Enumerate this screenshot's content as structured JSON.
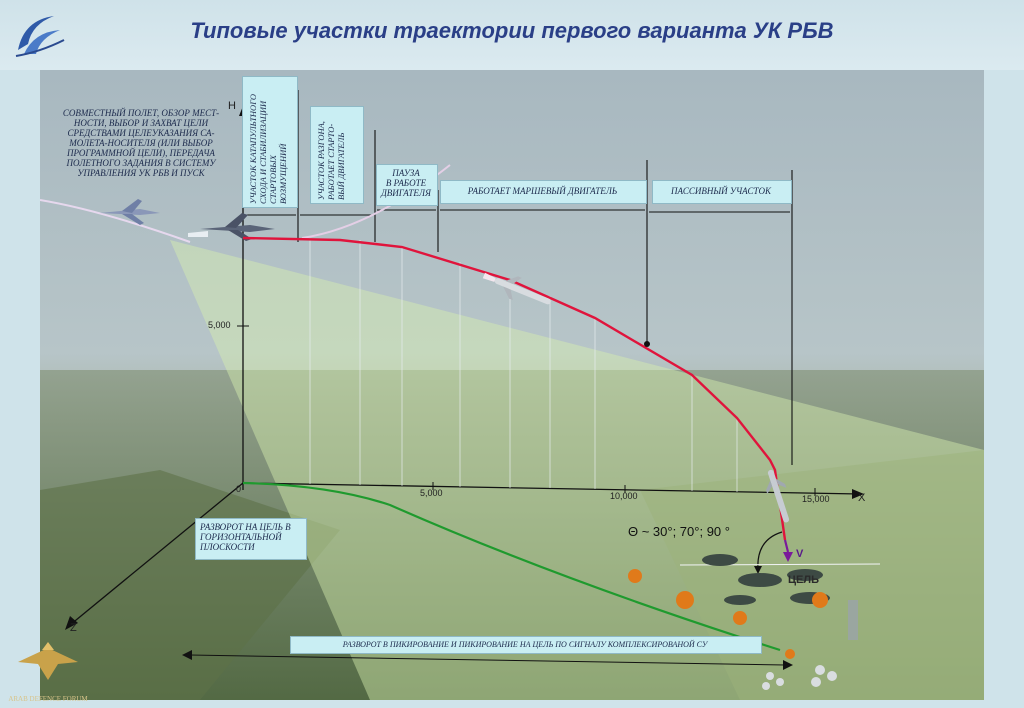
{
  "title": "Типовые участки траектории первого варианта УК РБВ",
  "labels": {
    "joint_flight": "Совместный полет, обзор мест-\nности, выбор и захват цели\nсредствами целеуказания са-\nмолета-носителя (или выбор\nпрограммной цели), передача\nполетного задания в систему\nуправления УК РБВ и пуск",
    "catapult": "Участок катапультного\nсхода и стабилизации\nстартовых\nвозмущений",
    "acceleration": "Участок разгона,\nработает старто-\nвый двигатель",
    "pause": "Пауза\nв работе\nдвигателя",
    "sustainer": "Работает маршевый двигатель",
    "passive": "Пассивный участок",
    "horizontal_turn": "Разворот на цель в\nгоризонтальной\nплоскости",
    "dive": "Разворот в пикирование и пикирование  на цель по сигналу комплексированой СУ",
    "target": "ЦЕЛЬ",
    "theta": "Θ ~ 30°; 70°; 90 °",
    "v": "V"
  },
  "axes": {
    "h_label": "H",
    "x_label": "X",
    "z_label": "Z",
    "origin": "0",
    "h_tick": "5,000",
    "x_ticks": [
      "5,000",
      "10,000",
      "15,000"
    ]
  },
  "watermark": "ARAB DEFENCE FORUM",
  "colors": {
    "trajectory": "#e0143c",
    "ground_track": "#1f9a2e",
    "box_fill": "#c9eef3",
    "title": "#2a3f87"
  }
}
